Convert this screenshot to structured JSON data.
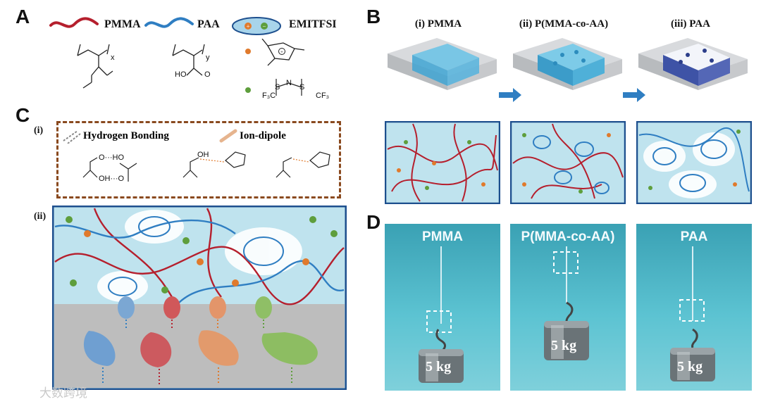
{
  "panels": {
    "a": "A",
    "b": "B",
    "c": "C",
    "d": "D"
  },
  "legend": {
    "pmma": "PMMA",
    "paa": "PAA",
    "salt": "EMITFSI"
  },
  "chem_labels": {
    "x": "x",
    "y": "y",
    "ho": "HO",
    "o": "O",
    "f3c": "F₃C",
    "cf3": "CF₃",
    "s1": "S",
    "s2": "S",
    "n": "N"
  },
  "panel_b": {
    "titles": [
      "(i) PMMA",
      "(ii) P(MMA-co-AA)",
      "(iii) PAA"
    ]
  },
  "panel_c": {
    "sub_i": "(i)",
    "sub_ii": "(ii)",
    "hbond": "Hydrogen Bonding",
    "ion_dipole": "Ion-dipole",
    "oh1": "O···HO",
    "oh2": "OH···O",
    "oh3": "OH"
  },
  "panel_d": {
    "labels": [
      "PMMA",
      "P(MMA-co-AA)",
      "PAA"
    ],
    "weights": [
      "5 kg",
      "5 kg",
      "5 kg"
    ]
  },
  "watermark": "大数跨境",
  "colors": {
    "pmma": "#b51f2d",
    "paa": "#2f7ec2",
    "cation": "#e07a2c",
    "anion": "#5e9e3c",
    "gel": "#bfe3ee",
    "frame": "#1d4f8e",
    "dash": "#8a4a1f"
  }
}
